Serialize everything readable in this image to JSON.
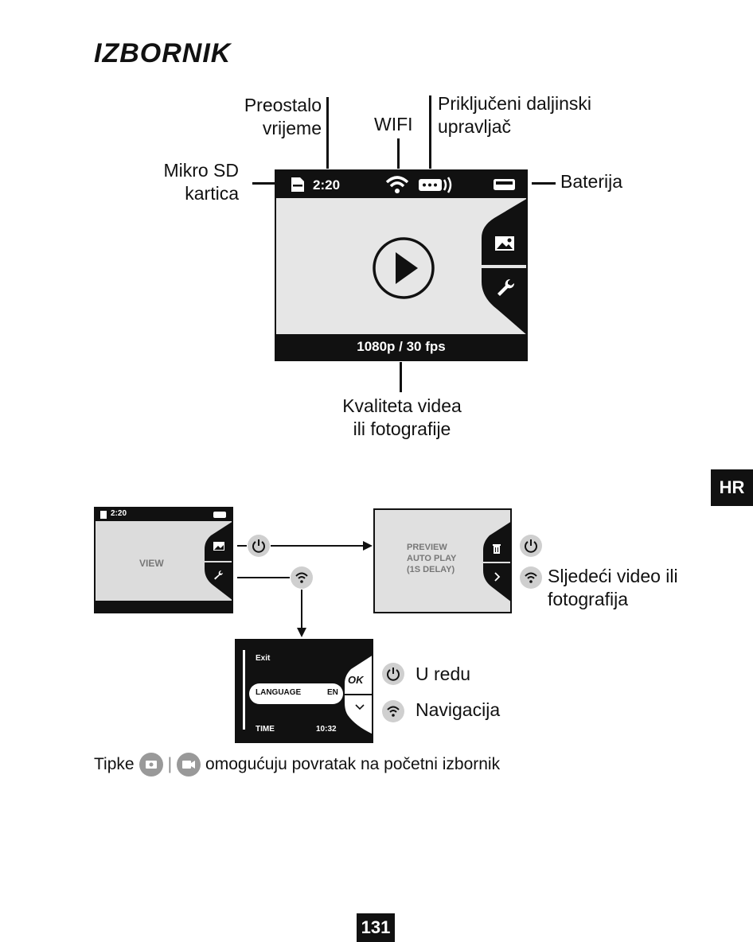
{
  "title": "IZBORNIK",
  "callouts": {
    "preostalo_vrijeme": [
      "Preostalo",
      "vrijeme"
    ],
    "wifi": "WIFI",
    "prikljuceni": [
      "Priključeni daljinski",
      "upravljač"
    ],
    "mikro_sd": [
      "Mikro SD",
      "kartica"
    ],
    "baterija": "Baterija",
    "kvaliteta": [
      "Kvaliteta videa",
      "ili fotografije"
    ]
  },
  "main_screen": {
    "time": "2:20",
    "resolution": "1080p / 30 fps"
  },
  "hr_tab": "HR",
  "view_screen": {
    "label": "VIEW",
    "time": "2:20"
  },
  "preview_screen": {
    "lines": [
      "PREVIEW",
      "AUTO PLAY",
      "(1S DELAY)"
    ]
  },
  "next_label": [
    "Sljedeći video ili",
    "fotografija"
  ],
  "settings_screen": {
    "exit": "Exit",
    "language": "LANGUAGE",
    "language_value": "EN",
    "time": "TIME",
    "time_value": "10:32",
    "ok": "OK"
  },
  "legend": {
    "ok": "U redu",
    "nav": "Navigacija"
  },
  "footer": {
    "prefix": "Tipke",
    "separator": "|",
    "suffix": "omogućuju povratak na početni izbornik"
  },
  "page_number": "131"
}
